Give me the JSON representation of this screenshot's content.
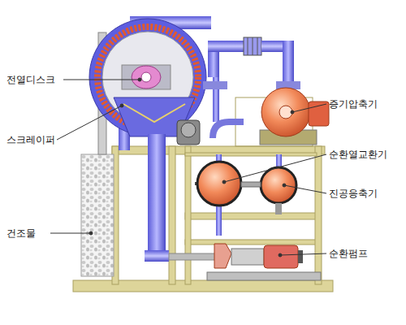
{
  "diagram": {
    "labels": [
      "전열디스크",
      "스크레이퍼",
      "건조물",
      "증기압축기",
      "순환열교환기",
      "진공응축기",
      "순환펌프"
    ]
  }
}
